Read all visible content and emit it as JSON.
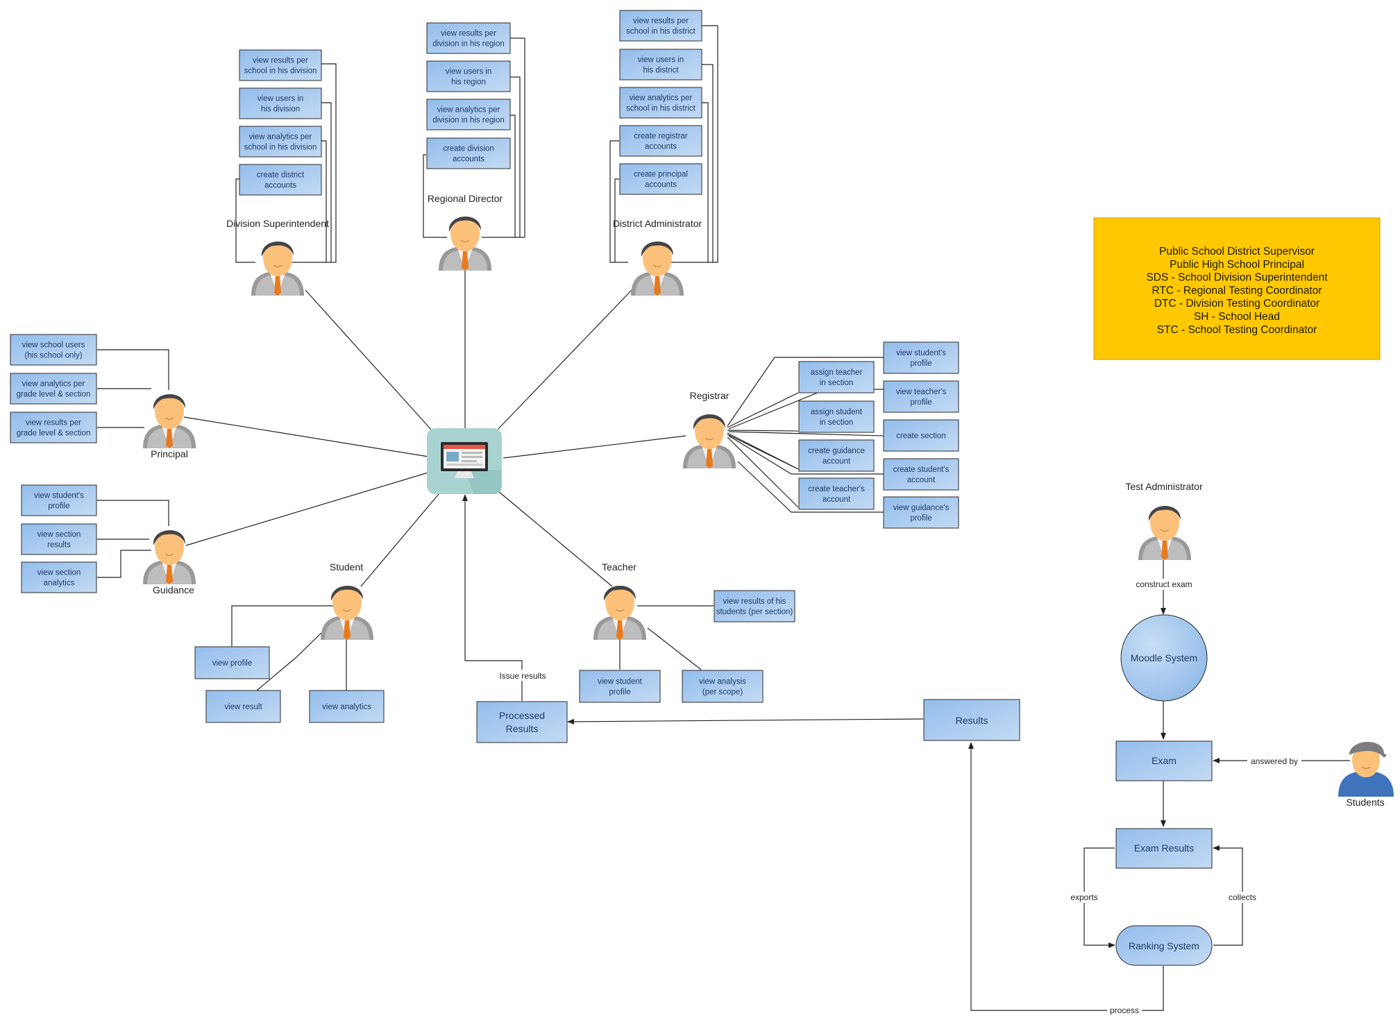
{
  "colors": {
    "box_fill": "#9ec4ee",
    "box_fill2": "#bcd6f2",
    "box_stroke": "#2a2a2a",
    "legend_fill": "#ffc800",
    "line": "#222222",
    "hub": "#a9d3d0"
  },
  "icons": {
    "hub": "computer-monitor-icon",
    "person": "person-in-suit-icon",
    "student_person": "person-in-cap-icon"
  },
  "actors": {
    "division_superintendent": {
      "label": "Division Superintendent"
    },
    "regional_director": {
      "label": "Regional Director"
    },
    "district_administrator": {
      "label": "District Administrator"
    },
    "principal": {
      "label": "Principal"
    },
    "guidance": {
      "label": "Guidance"
    },
    "student": {
      "label": "Student"
    },
    "teacher": {
      "label": "Teacher"
    },
    "registrar": {
      "label": "Registrar"
    },
    "test_administrator": {
      "label": "Test Administrator"
    },
    "students": {
      "label": "Students"
    }
  },
  "boxes": {
    "ds1": [
      "view results per",
      "school in his division"
    ],
    "ds2": [
      "view users in",
      "his division"
    ],
    "ds3": [
      "view analytics per",
      "school in his division"
    ],
    "ds4": [
      "create district",
      "accounts"
    ],
    "rd1": [
      "view results per",
      "division in his region"
    ],
    "rd2": [
      "view users in",
      "his region"
    ],
    "rd3": [
      "view analytics per",
      "division in his region"
    ],
    "rd4": [
      "create division",
      "accounts"
    ],
    "da1": [
      "view results per",
      "school in his district"
    ],
    "da2": [
      "view users in",
      "his district"
    ],
    "da3": [
      "view analytics per",
      "school in his district"
    ],
    "da4": [
      "create registrar",
      "accounts"
    ],
    "da5": [
      "create principal",
      "accounts"
    ],
    "pr1": [
      "view school users",
      "(his school only)"
    ],
    "pr2": [
      "view analytics per",
      "grade level & section"
    ],
    "pr3": [
      "view results per",
      "grade level & section"
    ],
    "gu1": [
      "view student's",
      "profile"
    ],
    "gu2": [
      "view section",
      "results"
    ],
    "gu3": [
      "view section",
      "analytics"
    ],
    "st1": [
      "view profile"
    ],
    "st2": [
      "view result"
    ],
    "st3": [
      "view analytics"
    ],
    "te1": [
      "view results of his",
      "students (per section)"
    ],
    "te2": [
      "view student",
      "profile"
    ],
    "te3": [
      "view analysis",
      "(per scope)"
    ],
    "rg1": [
      "view student's",
      "profile"
    ],
    "rg2": [
      "view teacher's",
      "profile"
    ],
    "rg3": [
      "create section"
    ],
    "rg4": [
      "create student's",
      "account"
    ],
    "rg5": [
      "view guidance's",
      "profile"
    ],
    "rg6": [
      "assign teacher",
      "in section"
    ],
    "rg7": [
      "assign student",
      "in section"
    ],
    "rg8": [
      "create guidance",
      "account"
    ],
    "rg9": [
      "create teacher's",
      "account"
    ]
  },
  "flow": {
    "processed_results": [
      "Processed",
      "Results"
    ],
    "results": "Results",
    "moodle": "Moodle System",
    "exam": "Exam",
    "exam_results": "Exam Results",
    "ranking": "Ranking System"
  },
  "edge_labels": {
    "issue": "Issue results",
    "construct": "construct exam",
    "answered": "answered by",
    "exports": "exports",
    "collects": "collects",
    "process": "process"
  },
  "legend": [
    "Public School District Supervisor",
    "Public High School Principal",
    "SDS - School Division Superintendent",
    "RTC - Regional Testing Coordinator",
    "DTC - Division Testing Coordinator",
    "SH - School Head",
    "STC - School Testing Coordinator"
  ]
}
